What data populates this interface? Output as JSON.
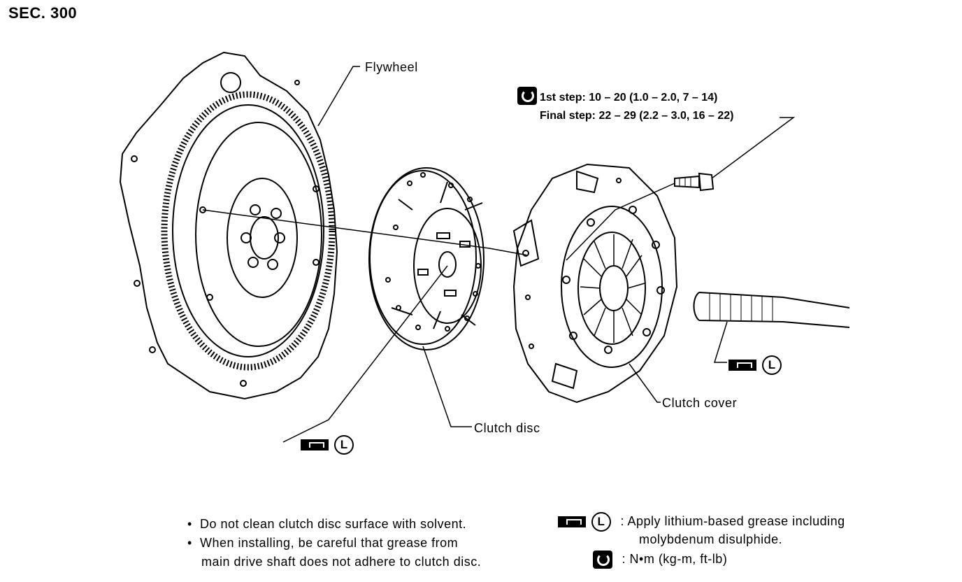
{
  "section": "SEC. 300",
  "labels": {
    "flywheel": "Flywheel",
    "clutch_disc": "Clutch disc",
    "clutch_cover": "Clutch cover"
  },
  "torque": {
    "step1": "1st step: 10 – 20 (1.0 – 2.0, 7 – 14)",
    "final": "Final step: 22 – 29 (2.2 – 3.0, 16 – 22)"
  },
  "legend": {
    "grease_symbol": "L",
    "grease_text_1": ": Apply lithium-based grease including",
    "grease_text_2": "molybdenum disulphide.",
    "torque_text": ": N•m (kg-m, ft-lb)"
  },
  "notes": {
    "bullet": "•",
    "note1": "Do not clean clutch disc surface with solvent.",
    "note2_line1": "When installing, be careful that grease from",
    "note2_line2": "main drive shaft does not adhere to clutch disc."
  },
  "icons": [
    "grease-icon",
    "lithium-L-icon",
    "torque-wrench-icon"
  ]
}
